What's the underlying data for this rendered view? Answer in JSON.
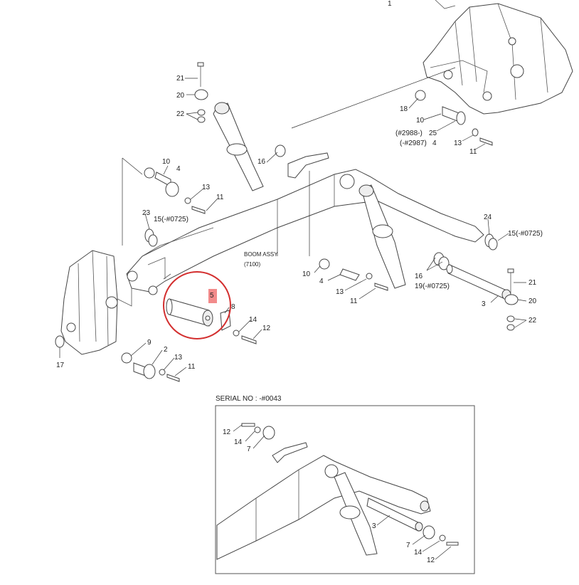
{
  "diagram": {
    "assembly_label": "BOOM ASSY",
    "assembly_ref": "(7100)",
    "inset_title": "SERIAL NO : -#0043",
    "highlight_color": "#d32f2f",
    "highlight_tag_color": "#f28b8b",
    "highlighted_part": "5",
    "labels": {
      "l1": "1",
      "l21a": "21",
      "l20a": "20",
      "l22a": "22",
      "l18": "18",
      "l10a": "10",
      "l2988": "(#2988-)",
      "l25": "25",
      "l2987": "(-#2987)",
      "l4a": "4",
      "l13a": "13",
      "l11a": "11",
      "l16a": "16",
      "l10b": "10",
      "l4b": "4",
      "l13b": "13",
      "l11b": "11",
      "l23": "23",
      "l15a": "15(-#0725)",
      "l24": "24",
      "l15b": "15(-#0725)",
      "l10c": "10",
      "l4c": "4",
      "l13c": "13",
      "l11c": "11",
      "l16b": "16",
      "l19": "19(-#0725)",
      "l3a": "3",
      "l21b": "21",
      "l20b": "20",
      "l22b": "22",
      "l8": "8",
      "l14a": "14",
      "l12a": "12",
      "l9": "9",
      "l2": "2",
      "l13d": "13",
      "l11d": "11",
      "l17": "17",
      "i12a": "12",
      "i14a": "14",
      "i7a": "7",
      "i3": "3",
      "i7b": "7",
      "i14b": "14",
      "i12b": "12"
    }
  }
}
